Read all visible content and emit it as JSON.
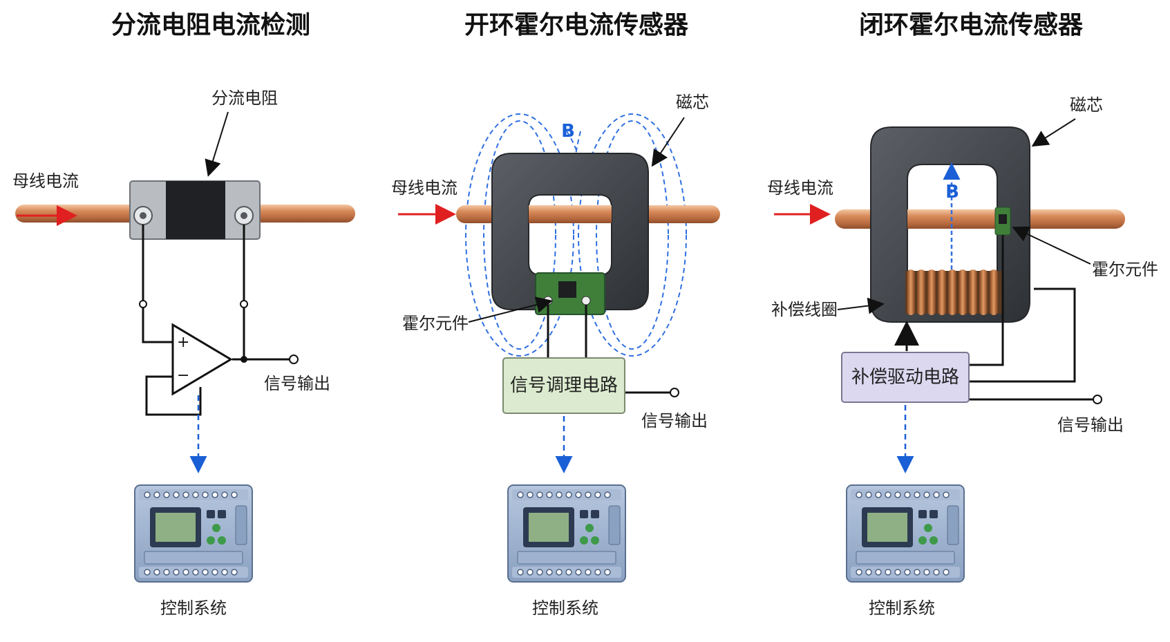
{
  "colors": {
    "copper": "#c8784a",
    "core": "#3f4247",
    "field": "#2f6fe0",
    "current_arrow": "#e02020",
    "signal_box": "#dcebcf",
    "drive_box": "#dcd8f0",
    "plc_body": "#9fb3d0",
    "plc_screen": "#8fb084"
  },
  "icons": [
    "resistor-shunt",
    "op-amp",
    "magnetic-core",
    "hall-sensor-board",
    "compensation-coil",
    "plc-controller"
  ],
  "panels": [
    {
      "title": "分流电阻电流检测",
      "labels": {
        "shunt": "分流电阻",
        "bus_current": "母线电流",
        "plus": "+",
        "minus": "−",
        "signal_out": "信号输出",
        "control": "控制系统"
      }
    },
    {
      "title": "开环霍尔电流传感器",
      "labels": {
        "core": "磁芯",
        "field": "B",
        "bus_current": "母线电流",
        "hall": "霍尔元件",
        "conditioning": "信号调理电路",
        "signal_out": "信号输出",
        "control": "控制系统"
      }
    },
    {
      "title": "闭环霍尔电流传感器",
      "labels": {
        "core": "磁芯",
        "field": "B",
        "bus_current": "母线电流",
        "hall": "霍尔元件",
        "coil": "补偿线圈",
        "drive": "补偿驱动电路",
        "signal_out": "信号输出",
        "control": "控制系统"
      }
    }
  ]
}
